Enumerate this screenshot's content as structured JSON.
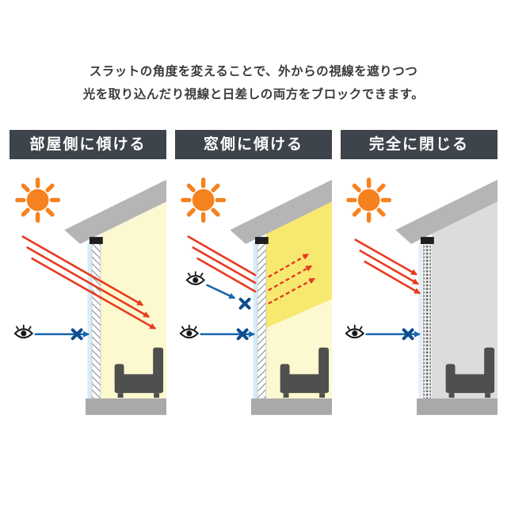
{
  "intro": {
    "line1": "スラットの角度を変えることで、外からの視線を遮りつつ",
    "line2": "光を取り込んだり視線と日差しの両方をブロックできます。"
  },
  "panels": [
    {
      "title": "部屋側に傾ける",
      "icons": [
        "sun-icon",
        "eye-icon",
        "block-x-icon",
        "sofa-icon"
      ]
    },
    {
      "title": "窓側に傾ける",
      "icons": [
        "sun-icon",
        "eye-icon",
        "eye-icon",
        "block-x-icon",
        "block-x-icon",
        "sofa-icon"
      ]
    },
    {
      "title": "完全に閉じる",
      "icons": [
        "sun-icon",
        "eye-icon",
        "block-x-icon",
        "sofa-icon"
      ]
    }
  ],
  "colors": {
    "header_bg": "#3d444c",
    "header_text": "#ffffff",
    "intro_text": "#3a3a3a",
    "sun_orange": "#f5821e",
    "sunlight_arrow_red": "#e8391e",
    "view_arrow_blue": "#1566ad",
    "block_x_blue": "#0e4d8d",
    "roof_gray": "#b5b5b5",
    "floor_gray": "#a9a9a9",
    "interior_lit_yellow": "#fcf8cf",
    "interior_bright_yellow": "#f5e455",
    "interior_dark_gray": "#dcdcdc",
    "sofa_gray": "#4f4f4f"
  }
}
